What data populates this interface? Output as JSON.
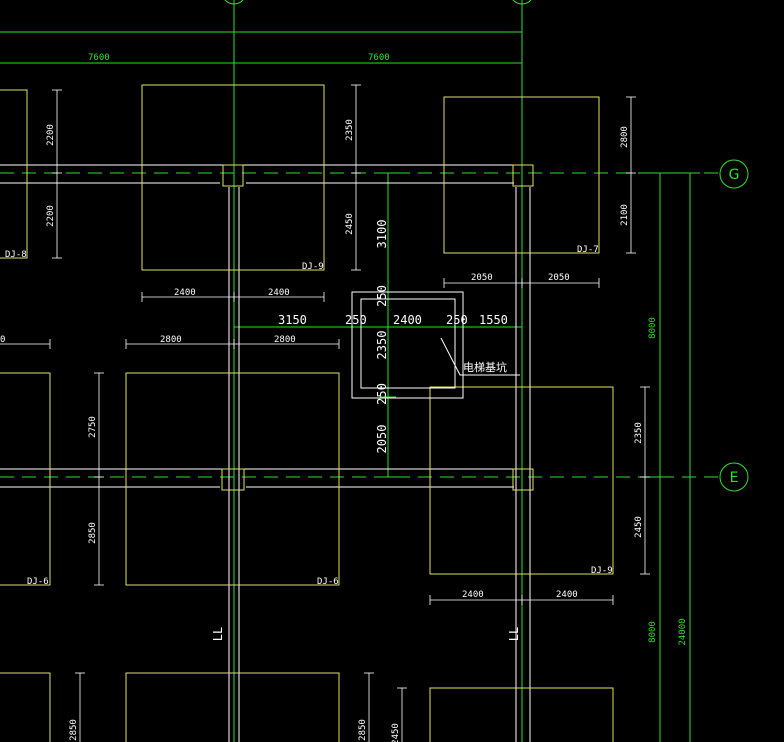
{
  "colors": {
    "background": "#000000",
    "axis": "#2ee02e",
    "foundation": "#e0e060",
    "beam": "#ffffff",
    "dimension": "#ffffff",
    "leader": "#ffffff"
  },
  "grid_bubbles": {
    "g": "G",
    "e": "E"
  },
  "top_dims": {
    "left": "7600",
    "right": "7600"
  },
  "right_dims": {
    "upper": "8000",
    "lower": "8000",
    "total": "24000"
  },
  "foundation_tags": {
    "f1": "DJ-8",
    "f2": "DJ-9",
    "f3": "DJ-7",
    "f4": "DJ-6",
    "f5": "DJ-6",
    "f6": "DJ-9"
  },
  "pad_dims": {
    "f1_top": "2200",
    "f1_bottom": "2200",
    "f2_top": "2350",
    "f2_bottom": "2450",
    "f2_width_left": "2400",
    "f2_width_right": "2400",
    "f3_top": "2800",
    "f3_bottom": "2100",
    "f3_width_left": "2050",
    "f3_width_right": "2050",
    "f4_width_left": "2800",
    "f4_width_right": "2800",
    "f4_top": "2750",
    "f4_bottom": "2850",
    "f6_top": "2350",
    "f6_bottom": "2450",
    "f6_width_left": "2400",
    "f6_width_right": "2400",
    "low_left": "2850",
    "low_mid": "2850",
    "low_right": "2450"
  },
  "pit_dims": {
    "h1": "3150",
    "h2": "250",
    "h3": "2400",
    "h4": "250",
    "h5": "1550",
    "v1": "3100",
    "v2": "250",
    "v3": "2350",
    "v4": "250",
    "v5": "2050"
  },
  "pit_label": "电梯基坑",
  "beam_labels": {
    "left": "LL",
    "right": "LL"
  },
  "edge_dim": "0"
}
